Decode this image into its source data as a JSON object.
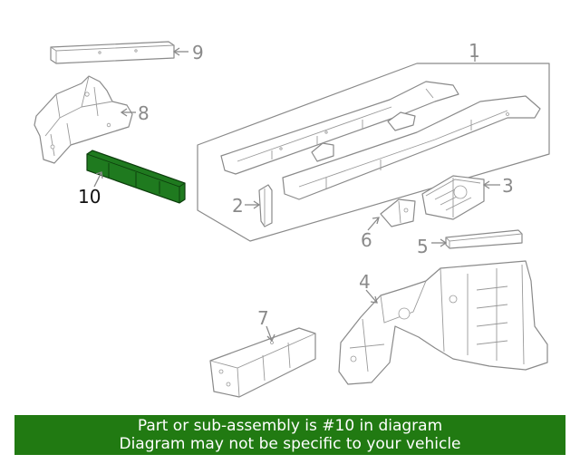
{
  "callouts": {
    "c1": "1",
    "c2": "2",
    "c3": "3",
    "c4": "4",
    "c5": "5",
    "c6": "6",
    "c7": "7",
    "c8": "8",
    "c9": "9",
    "c10": "10"
  },
  "highlighted_part": "10",
  "colors": {
    "highlight": "#1f7a1f",
    "banner": "#217a12",
    "line": "#8a8a8a"
  },
  "banner": {
    "line1": "Part or sub-assembly is #10 in diagram",
    "line2": "Diagram may not be specific to your vehicle"
  }
}
